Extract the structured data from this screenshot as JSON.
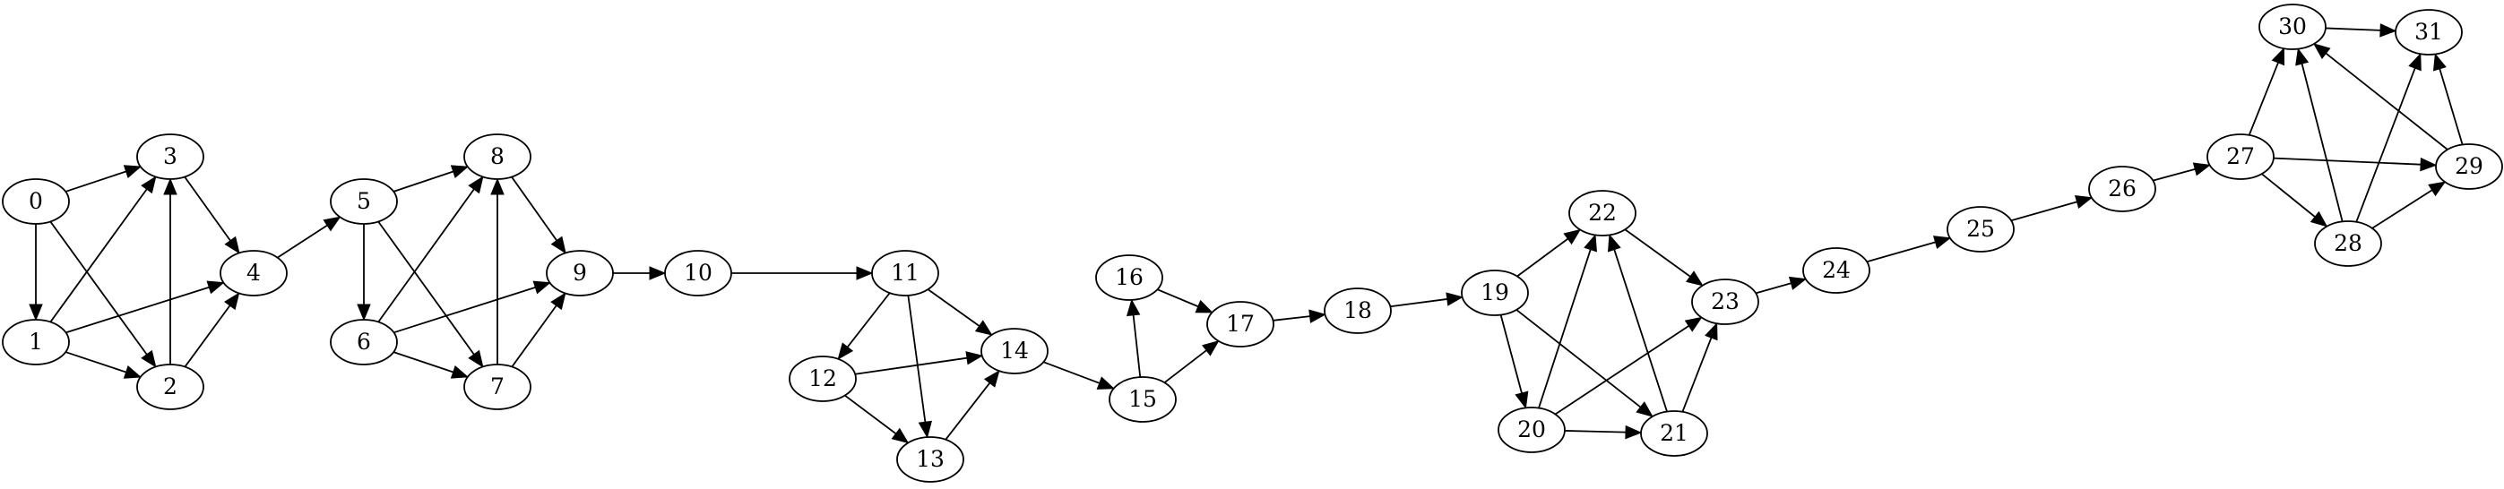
{
  "graph": {
    "type": "directed-graph",
    "colors": {
      "stroke": "#000000",
      "fill": "#ffffff",
      "text": "#000000"
    },
    "nodes": [
      {
        "id": "0",
        "label": "0"
      },
      {
        "id": "1",
        "label": "1"
      },
      {
        "id": "2",
        "label": "2"
      },
      {
        "id": "3",
        "label": "3"
      },
      {
        "id": "4",
        "label": "4"
      },
      {
        "id": "5",
        "label": "5"
      },
      {
        "id": "6",
        "label": "6"
      },
      {
        "id": "7",
        "label": "7"
      },
      {
        "id": "8",
        "label": "8"
      },
      {
        "id": "9",
        "label": "9"
      },
      {
        "id": "10",
        "label": "10"
      },
      {
        "id": "11",
        "label": "11"
      },
      {
        "id": "12",
        "label": "12"
      },
      {
        "id": "13",
        "label": "13"
      },
      {
        "id": "14",
        "label": "14"
      },
      {
        "id": "15",
        "label": "15"
      },
      {
        "id": "16",
        "label": "16"
      },
      {
        "id": "17",
        "label": "17"
      },
      {
        "id": "18",
        "label": "18"
      },
      {
        "id": "19",
        "label": "19"
      },
      {
        "id": "20",
        "label": "20"
      },
      {
        "id": "21",
        "label": "21"
      },
      {
        "id": "22",
        "label": "22"
      },
      {
        "id": "23",
        "label": "23"
      },
      {
        "id": "24",
        "label": "24"
      },
      {
        "id": "25",
        "label": "25"
      },
      {
        "id": "26",
        "label": "26"
      },
      {
        "id": "27",
        "label": "27"
      },
      {
        "id": "28",
        "label": "28"
      },
      {
        "id": "29",
        "label": "29"
      },
      {
        "id": "30",
        "label": "30"
      },
      {
        "id": "31",
        "label": "31"
      }
    ],
    "edges": [
      [
        "0",
        "3"
      ],
      [
        "0",
        "1"
      ],
      [
        "0",
        "2"
      ],
      [
        "1",
        "3"
      ],
      [
        "1",
        "4"
      ],
      [
        "1",
        "2"
      ],
      [
        "2",
        "3"
      ],
      [
        "2",
        "4"
      ],
      [
        "3",
        "4"
      ],
      [
        "4",
        "5"
      ],
      [
        "5",
        "8"
      ],
      [
        "5",
        "6"
      ],
      [
        "5",
        "7"
      ],
      [
        "6",
        "8"
      ],
      [
        "6",
        "9"
      ],
      [
        "6",
        "7"
      ],
      [
        "7",
        "8"
      ],
      [
        "7",
        "9"
      ],
      [
        "8",
        "9"
      ],
      [
        "9",
        "10"
      ],
      [
        "10",
        "11"
      ],
      [
        "11",
        "12"
      ],
      [
        "11",
        "13"
      ],
      [
        "11",
        "14"
      ],
      [
        "12",
        "14"
      ],
      [
        "12",
        "13"
      ],
      [
        "13",
        "14"
      ],
      [
        "14",
        "15"
      ],
      [
        "15",
        "16"
      ],
      [
        "15",
        "17"
      ],
      [
        "16",
        "17"
      ],
      [
        "17",
        "18"
      ],
      [
        "18",
        "19"
      ],
      [
        "19",
        "22"
      ],
      [
        "19",
        "20"
      ],
      [
        "19",
        "21"
      ],
      [
        "20",
        "22"
      ],
      [
        "20",
        "23"
      ],
      [
        "20",
        "21"
      ],
      [
        "21",
        "22"
      ],
      [
        "21",
        "23"
      ],
      [
        "22",
        "23"
      ],
      [
        "23",
        "24"
      ],
      [
        "24",
        "25"
      ],
      [
        "25",
        "26"
      ],
      [
        "26",
        "27"
      ],
      [
        "27",
        "30"
      ],
      [
        "27",
        "29"
      ],
      [
        "27",
        "28"
      ],
      [
        "28",
        "30"
      ],
      [
        "28",
        "31"
      ],
      [
        "28",
        "29"
      ],
      [
        "29",
        "30"
      ],
      [
        "29",
        "31"
      ],
      [
        "30",
        "31"
      ]
    ]
  }
}
